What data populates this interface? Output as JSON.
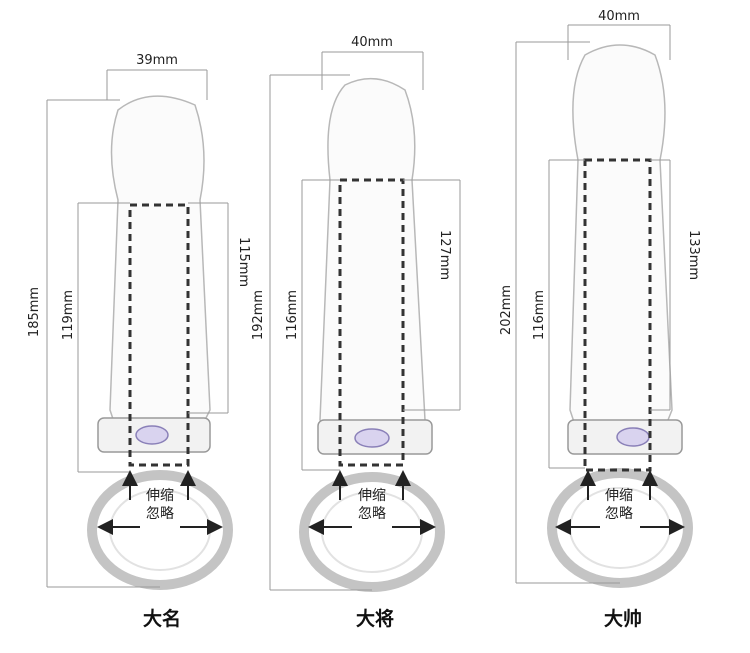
{
  "products": [
    {
      "name": "大名",
      "width": "39mm",
      "total_length": "185mm",
      "inner_length": "119mm",
      "shaft_length": "115mm",
      "note_line1": "伸缩",
      "note_line2": "忽略"
    },
    {
      "name": "大将",
      "width": "40mm",
      "total_length": "192mm",
      "inner_length": "116mm",
      "shaft_length": "127mm",
      "note_line1": "伸缩",
      "note_line2": "忽略"
    },
    {
      "name": "大帅",
      "width": "40mm",
      "total_length": "202mm",
      "inner_length": "116mm",
      "shaft_length": "133mm",
      "note_line1": "伸缩",
      "note_line2": "忽略"
    }
  ],
  "colors": {
    "dimension_line": "#9a9a9a",
    "button": "#d9d3ef",
    "dashed_outline": "#333333"
  }
}
